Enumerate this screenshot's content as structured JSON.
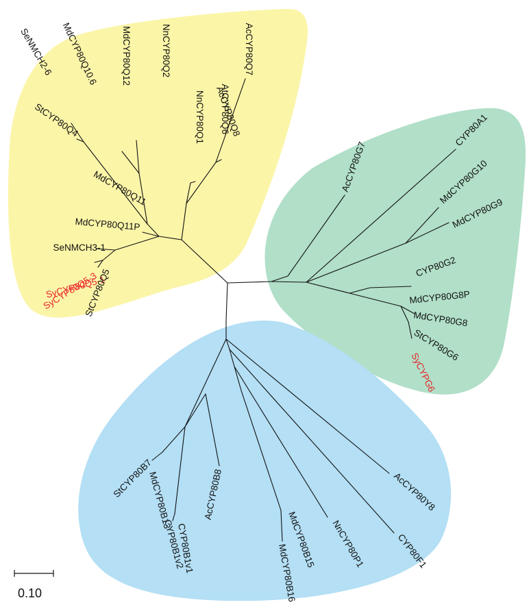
{
  "colors": {
    "clade_q": "#fbf5a8",
    "clade_g": "#b1dfc8",
    "clade_b": "#b4dff5",
    "highlight": "#e8232a",
    "text": "#111111"
  },
  "clades": [
    {
      "id": "q",
      "color": "#fbf5a8"
    },
    {
      "id": "g",
      "color": "#b1dfc8"
    },
    {
      "id": "b",
      "color": "#b4dff5"
    }
  ],
  "leaves": {
    "AcCYP80Q7": "AcCYP80Q7",
    "NnCYP80Q2": "NnCYP80Q2",
    "MdCYP80Q12": "MdCYP80Q12",
    "MdCYP80Q10_6": "MdCYP80Q10.6",
    "SeNMCH2_6": "SeNMCH2-6",
    "StCYP80Q4": "StCYP80Q4",
    "NnCYP80Q1": "NnCYP80Q1",
    "AtCYP80Q6": "AtCYP80Q6",
    "AcCYP80Q8": "AcCYP80Q8",
    "MdCYP80Q11": "MdCYP80Q11",
    "MdCYP80Q11P": "MdCYP80Q11P",
    "SeNMCH3_1": "SeNMCH3-1",
    "SyCYP80Q5_1": "SyCYP80Q5-1",
    "SyCYP80Q5_3": "SyCYP80Q5-3",
    "StCYP80Q5": "StCYP80Q5",
    "AcCYP80G7": "AcCYP80G7",
    "CYP80A1": "CYP80A1",
    "MdCYP80G10": "MdCYP80G10",
    "MdCYP80G9": "MdCYP80G9",
    "CYP80G2": "CYP80G2",
    "MdCYP80G8P": "MdCYP80G8P",
    "MdCYP80G8": "MdCYP80G8",
    "StCYP80G6": "StCYP80G6",
    "SyCYPG6": "SyCYPG6",
    "StCYP80B7": "StCYP80B7",
    "MdCYP80B13": "MdCYP80B13",
    "CYP80B1v2": "CYP80B1v2",
    "CYP80B1v1": "CYP80B1v1",
    "AcCYP80B8": "AcCYP80B8",
    "MdCYP80B15": "MdCYP80B15",
    "MdCYP80B16": "MdCYP80B16",
    "NnCYP80P1": "NnCYP80P1",
    "CYP80F1": "CYP80F1",
    "AcCYP80Y8": "AcCYP80Y8"
  },
  "highlighted_leaves": [
    "SyCYP80Q5_1",
    "SyCYP80Q5_3",
    "SyCYPG6"
  ],
  "scale_bar": {
    "value": 0.1,
    "label": "0.10"
  }
}
